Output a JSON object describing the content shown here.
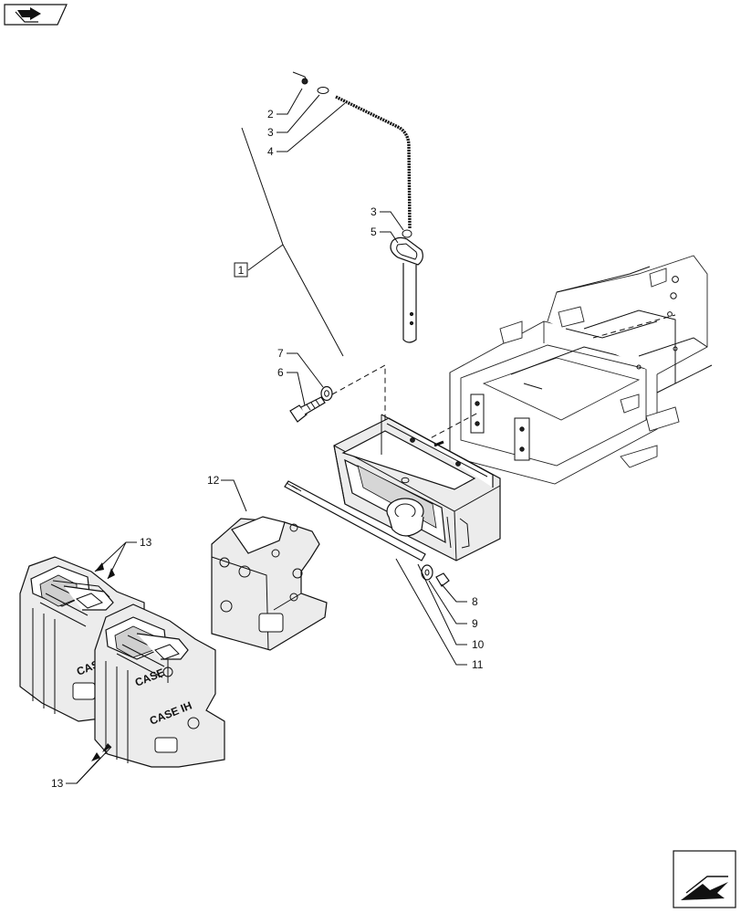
{
  "navigation": {
    "back_icon": "back-arrow-icon",
    "next_icon": "next-page-icon"
  },
  "diagram": {
    "reference_box": "1",
    "callouts": {
      "c2": "2",
      "c3a": "3",
      "c4": "4",
      "c3b": "3",
      "c5": "5",
      "c7": "7",
      "c6": "6",
      "c12": "12",
      "c13a": "13",
      "c13b": "13",
      "c8": "8",
      "c9": "9",
      "c10": "10",
      "c11": "11"
    },
    "casting_text": {
      "brand_1": "CASE",
      "brand_2": "CASE",
      "brand_3": "CASE IH"
    }
  }
}
